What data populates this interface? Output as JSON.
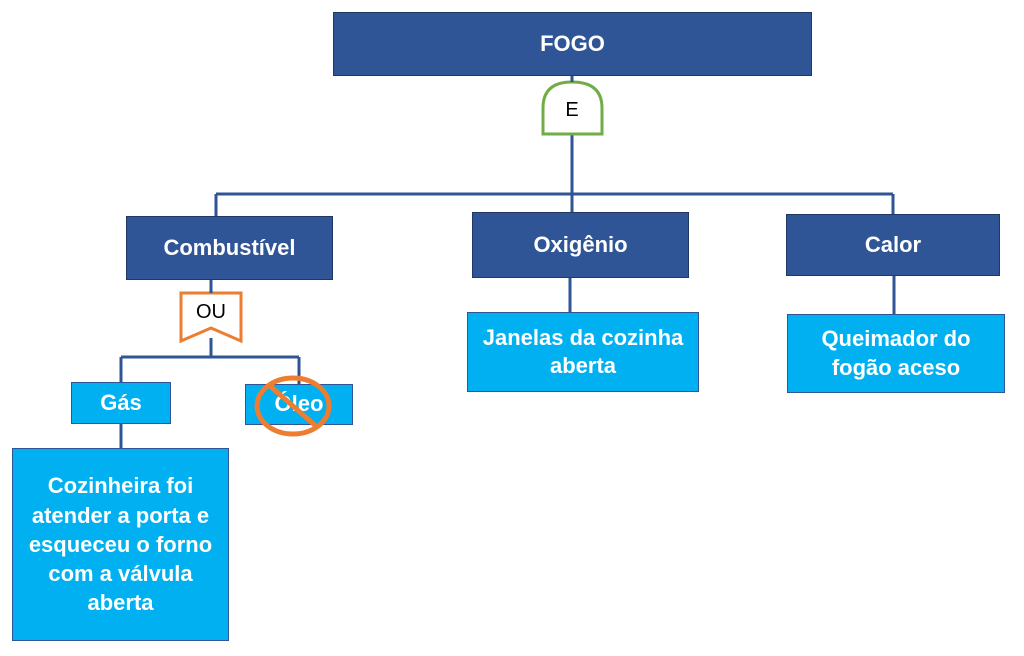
{
  "colors": {
    "dark_box": "#2f5597",
    "light_box": "#00b0f0",
    "connector": "#2f5597",
    "and_gate": "#70ad47",
    "or_gate": "#ed7d31",
    "prohibited": "#ed7d31"
  },
  "nodes": {
    "top": "FOGO",
    "combustivel": "Combustível",
    "oxigenio": "Oxigênio",
    "calor": "Calor",
    "gas": "Gás",
    "oleo": "Óleo",
    "cozinheira": "Cozinheira foi atender a porta e esqueceu o forno com a válvula aberta",
    "janelas": "Janelas da cozinha aberta",
    "queimador": "Queimador do fogão aceso"
  },
  "gates": {
    "and_label": "E",
    "or_label": "OU"
  },
  "icons": {
    "prohibited": "prohibited-icon"
  }
}
